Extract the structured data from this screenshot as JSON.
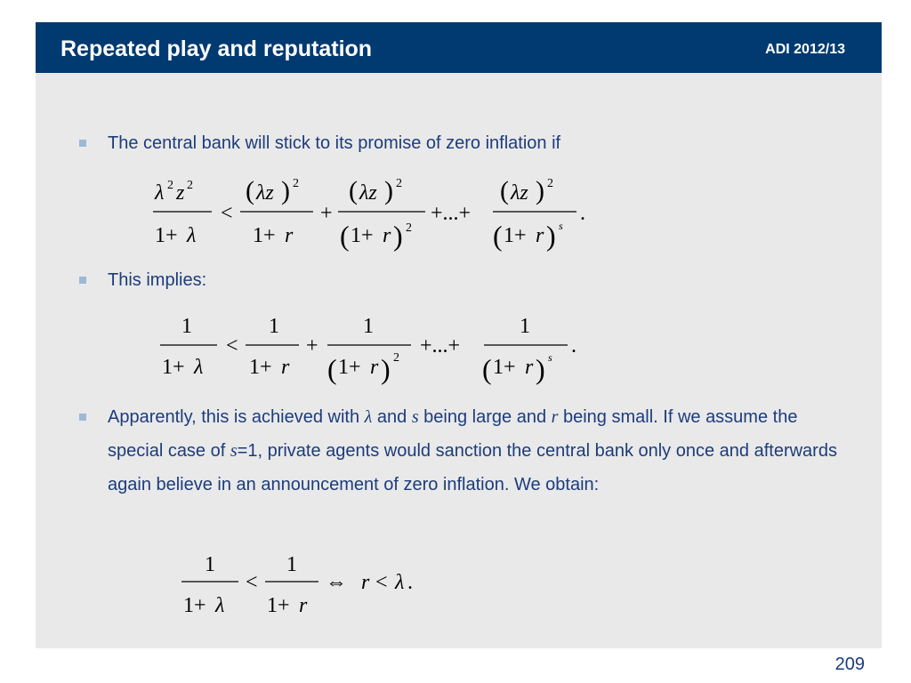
{
  "header": {
    "title": "Repeated play and reputation",
    "course": "ADI 2012/13"
  },
  "bullets": [
    {
      "text": "The central bank will stick to its promise of zero inflation if"
    },
    {
      "text": "This implies:"
    },
    {
      "part1": "Apparently, this is achieved with ",
      "sym_lambda": "λ",
      "part2": " and ",
      "sym_s": "s",
      "part3": " being large and ",
      "sym_r": "r",
      "part4": " being small. If we assume the special case of ",
      "sym_s2": "s",
      "part5": "=1, private agents would sanction the central bank only once and afterwards again believe in an announcement of zero inflation. We obtain:"
    }
  ],
  "equations": [
    "λ²z²/(1+λ) < (λz)²/(1+r) + (λz)²/(1+r)² + ... + (λz)²/(1+r)^s .",
    "1/(1+λ) < 1/(1+r) + 1/(1+r)² + ... + 1/(1+r)^s .",
    "1/(1+λ) < 1/(1+r) ⇔ r < λ."
  ],
  "page_number": "209"
}
